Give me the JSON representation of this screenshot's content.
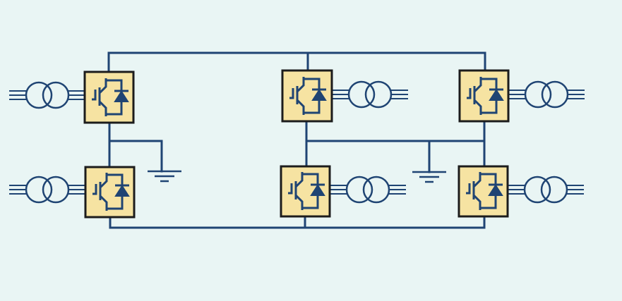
{
  "diagram": {
    "kind": "power-converter-schematic",
    "colors": {
      "background": "#e9f5f4",
      "wire": "#1f4473",
      "switch_fill": "#f6e3a2",
      "switch_border": "#1c1c1c"
    },
    "switch_icon": "igbt-with-antiparallel-diode-icon",
    "transformer_icon": "transformer-icon",
    "ground_icon": "ground-icon",
    "switch_count": 6,
    "transformer_count": 6,
    "ground_count": 2
  }
}
